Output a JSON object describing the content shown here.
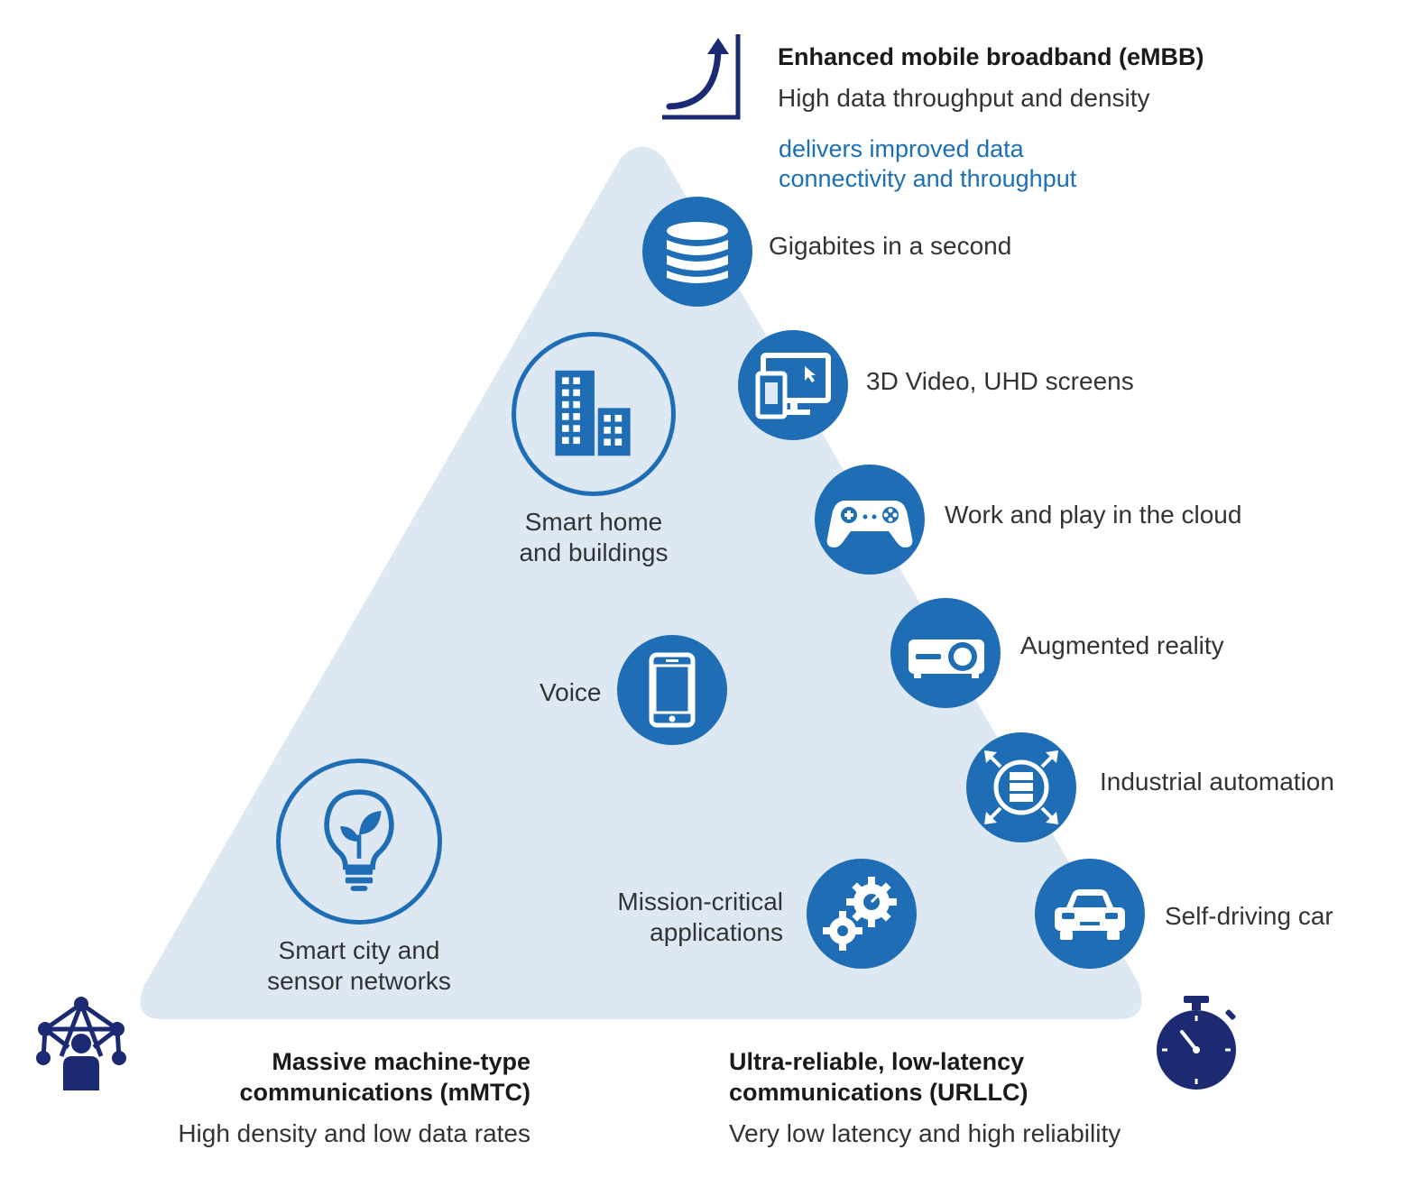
{
  "embb": {
    "title": "Enhanced mobile broadband (eMBB)",
    "subtitle": "High data throughput and density",
    "note_line1": "delivers improved data",
    "note_line2": "connectivity and throughput"
  },
  "mmtc": {
    "title_line1": "Massive machine-type",
    "title_line2": "communications (mMTC)",
    "subtitle": "High density and low data rates"
  },
  "urllc": {
    "title_line1": "Ultra-reliable, low-latency",
    "title_line2": "communications (URLLC)",
    "subtitle": "Very low latency and high reliability"
  },
  "use_cases": {
    "gigabytes": "Gigabites in a second",
    "video": "3D Video, UHD screens",
    "cloud": "Work and play in the cloud",
    "ar": "Augmented reality",
    "industrial": "Industrial automation",
    "selfdriving": "Self-driving car",
    "mission_line1": "Mission-critical",
    "mission_line2": "applications",
    "voice": "Voice",
    "smarthome_line1": "Smart home",
    "smarthome_line2": "and buildings",
    "smartcity_line1": "Smart city and",
    "smartcity_line2": "sensor networks"
  },
  "icons": {
    "embb_corner": "growth-curve-icon",
    "mmtc_corner": "network-person-icon",
    "urllc_corner": "stopwatch-icon",
    "gigabytes": "database-icon",
    "video": "devices-icon",
    "cloud": "gamepad-icon",
    "ar": "projector-icon",
    "industrial": "server-arrows-icon",
    "selfdriving": "car-icon",
    "mission": "gears-icon",
    "voice": "smartphone-icon",
    "smarthome": "buildings-icon",
    "smartcity": "lightbulb-leaf-icon"
  },
  "colors": {
    "triangle_fill": "#dde8f3",
    "icon_blue": "#1f6eb5",
    "corner_navy": "#1b2a72",
    "note_blue": "#1a6fb5"
  }
}
